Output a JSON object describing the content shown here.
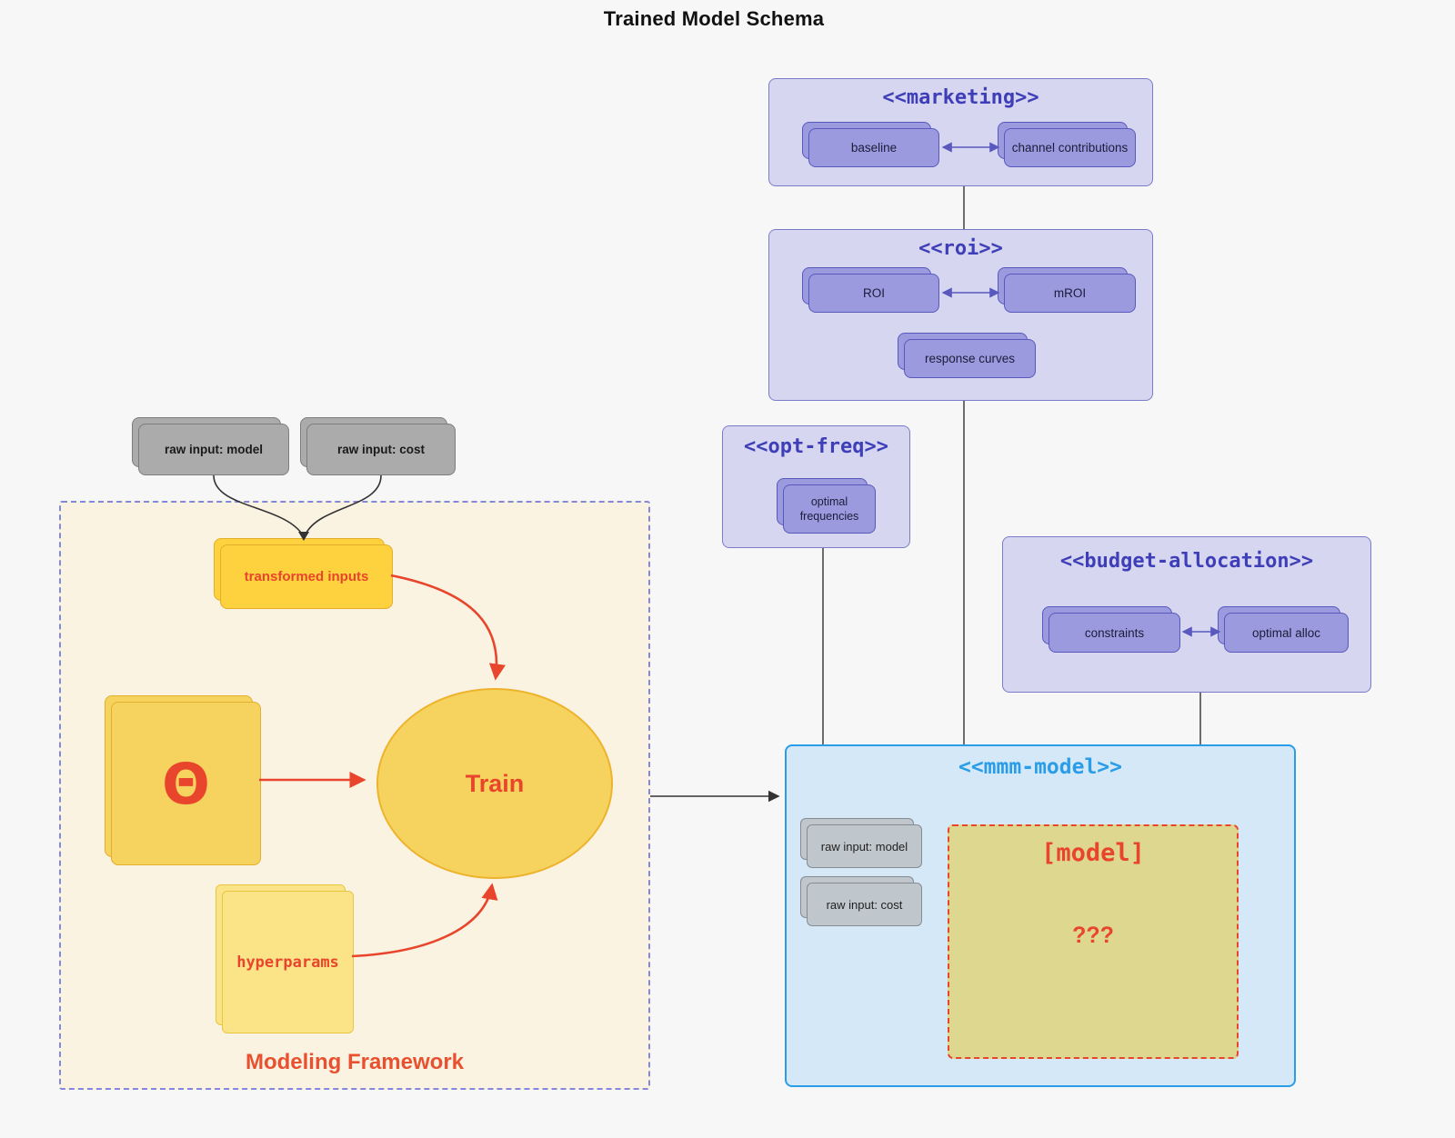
{
  "title": "Trained Model Schema",
  "external_inputs": {
    "raw_input_model": "raw input: model",
    "raw_input_cost": "raw input: cost"
  },
  "modeling_framework": {
    "label": "Modeling Framework",
    "transformed_inputs": "transformed inputs",
    "theta": "Θ",
    "train": "Train",
    "hyperparams": "hyperparams"
  },
  "marketing": {
    "stereotype": "<<marketing>>",
    "baseline": "baseline",
    "channel_contributions": "channel contributions"
  },
  "roi": {
    "stereotype": "<<roi>>",
    "roi": "ROI",
    "mroi": "mROI",
    "response_curves": "response curves"
  },
  "opt_freq": {
    "stereotype": "<<opt-freq>>",
    "optimal_frequencies": "optimal frequencies"
  },
  "budget_allocation": {
    "stereotype": "<<budget-allocation>>",
    "constraints": "constraints",
    "optimal_alloc": "optimal alloc"
  },
  "mmm_model": {
    "stereotype": "<<mmm-model>>",
    "raw_input_model": "raw input: model",
    "raw_input_cost": "raw input: cost",
    "model_placeholder": "[model]",
    "unknown": "???"
  },
  "colors": {
    "page_background": "#f7f7f8",
    "purple_group_fill": "#d6d6f0",
    "purple_group_border": "#7b7bc9",
    "purple_group_title": "#3e3eb8",
    "purple_node_fill": "#9b9ade",
    "purple_node_border": "#5858be",
    "gray_node_fill": "#ababab",
    "mmm_fill": "#d4e8f8",
    "mmm_border": "#2b9de8",
    "khaki_fill": "#ddd78f",
    "framework_fill": "#faf3e1",
    "framework_border": "#8488da",
    "yellow_bright": "#fdd23e",
    "yellow_mid": "#f6d35e",
    "yellow_light": "#fbe388",
    "red_accent": "#e8452c",
    "line_black": "#333333"
  }
}
